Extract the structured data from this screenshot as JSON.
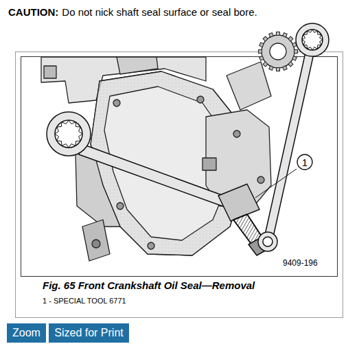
{
  "diagram": {
    "caption": "Fig. 65 Front Crankshaft Oil Seal—Removal",
    "nodes": [
      {
        "text": [
          "1"
        ]
      },
      {
        "text": [
          "Zoom"
        ]
      },
      {
        "text": [
          "Sized for Print"
        ]
      }
    ],
    "labels": [
      "CAUTION:",
      "Do not nick shaft seal surface or seal bore.",
      "9409-196",
      "1 - SPECIAL TOOL 6771"
    ]
  }
}
